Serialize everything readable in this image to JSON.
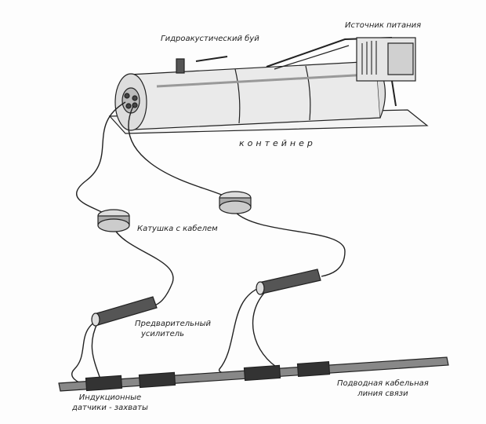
{
  "labels": {
    "buoy": "Гидроакустический буй",
    "power_source": "Источник питания",
    "container": "контейнер",
    "cable_reel": "Катушка с кабелем",
    "preamp_line1": "Предварительный",
    "preamp_line2": "усилитель",
    "sensors_line1": "Индукционные",
    "sensors_line2": "датчики - захваты",
    "cable_line1": "Подводная кабельная",
    "cable_line2": "линия связи"
  }
}
